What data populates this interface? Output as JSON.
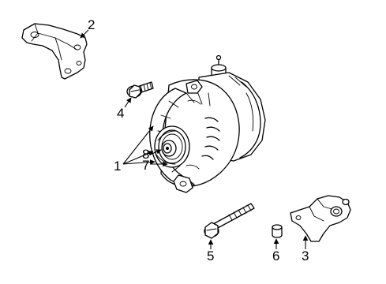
{
  "diagram": {
    "colors": {
      "ink": "#000000",
      "background": "#ffffff"
    },
    "callouts": [
      {
        "id": "c2",
        "label": "2"
      },
      {
        "id": "c4",
        "label": "4"
      },
      {
        "id": "c1",
        "label": "1"
      },
      {
        "id": "c8",
        "label": "8"
      },
      {
        "id": "c7",
        "label": "7"
      },
      {
        "id": "c5",
        "label": "5"
      },
      {
        "id": "c6",
        "label": "6"
      },
      {
        "id": "c3",
        "label": "3"
      }
    ]
  }
}
